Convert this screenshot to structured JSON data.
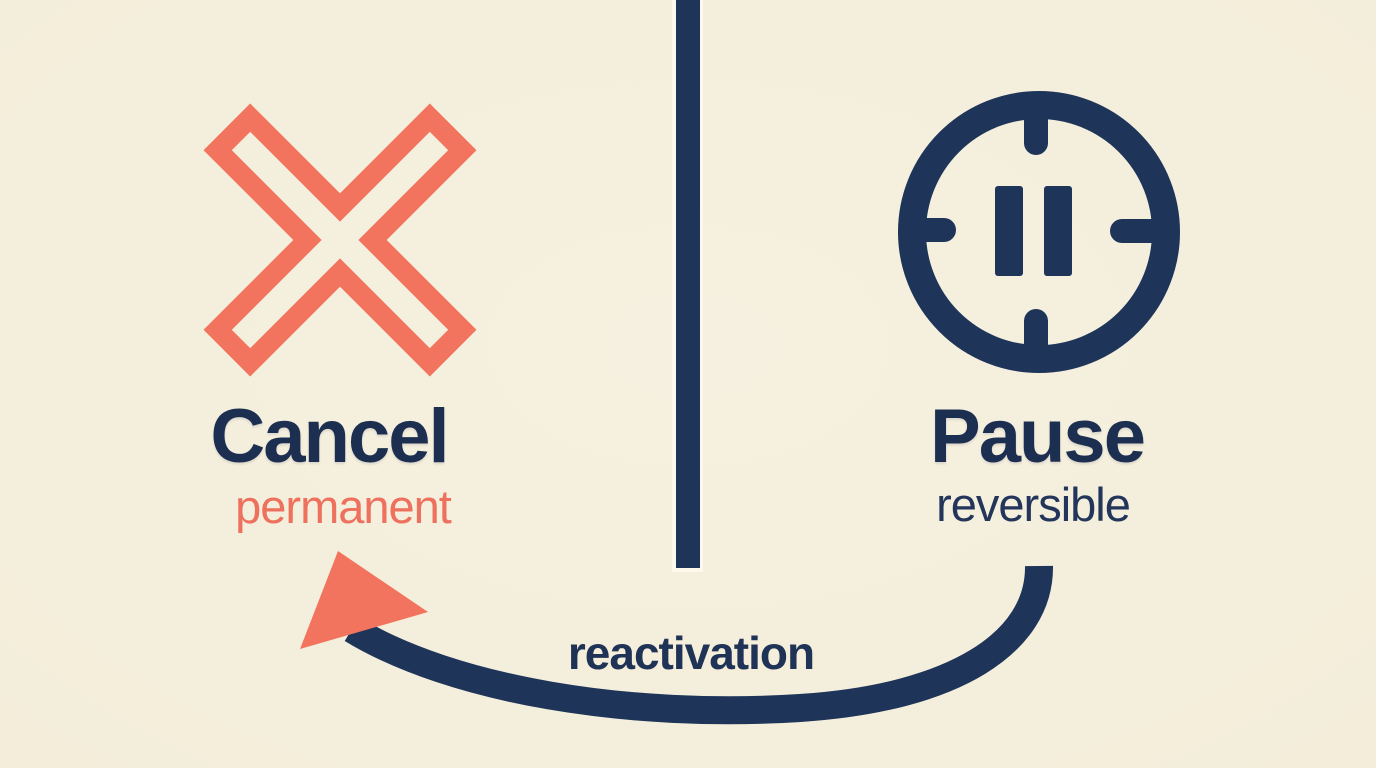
{
  "meta": {
    "type": "comparison-infographic"
  },
  "colors": {
    "background": "#F3EDDA",
    "navy": "#1E3459",
    "coral": "#F2745E",
    "divider_halo": "#FCF8EC"
  },
  "left": {
    "icon": "x-cross-icon",
    "title": "Cancel",
    "subtitle": "permanent"
  },
  "right": {
    "icon": "pause-timer-icon",
    "title": "Pause",
    "subtitle": "reversible"
  },
  "arrow": {
    "label": "reactivation"
  }
}
